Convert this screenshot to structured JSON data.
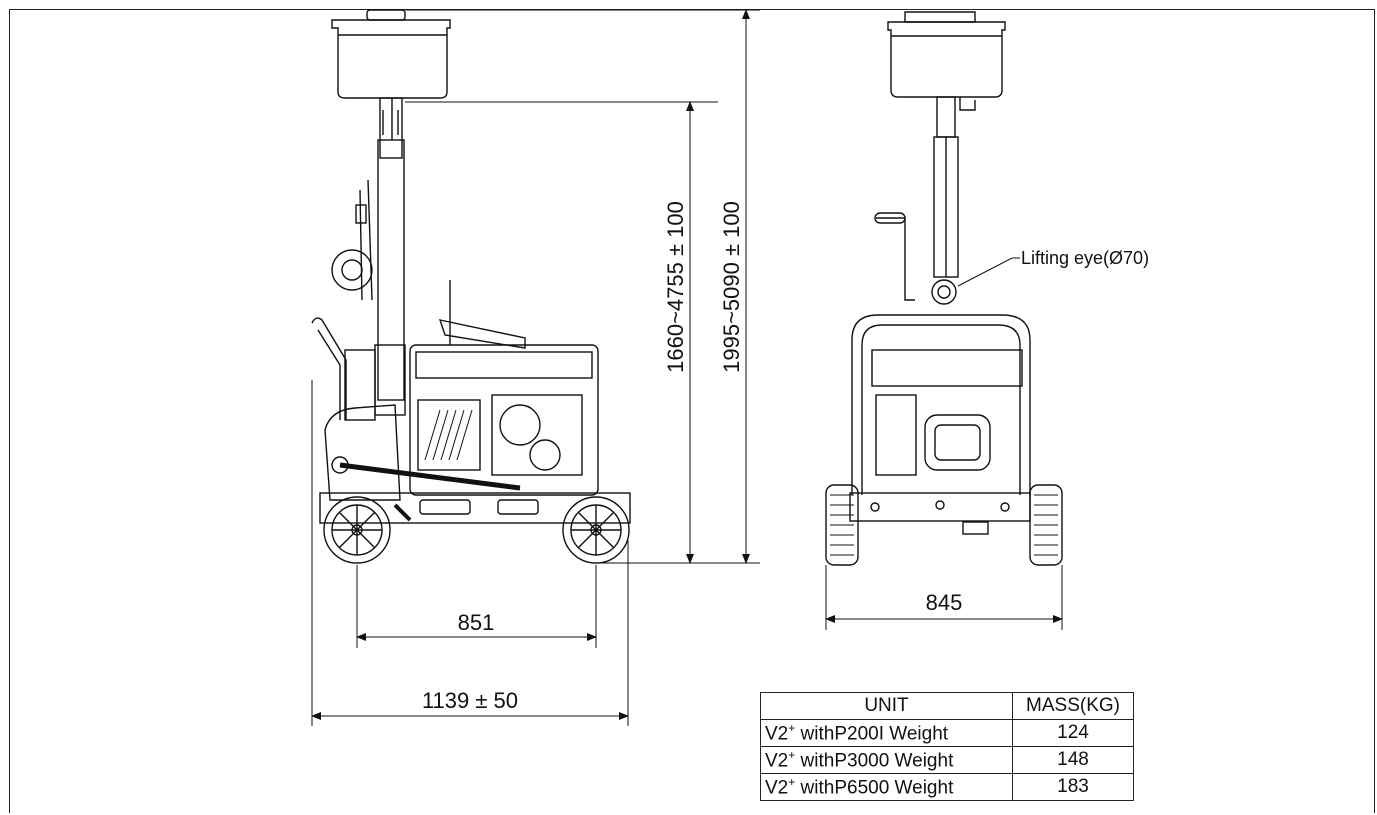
{
  "dimensions": {
    "wheelbase": "851",
    "overall_length": "1139 ± 50",
    "width": "845",
    "mast_height_range": "1660~4755 ± 100",
    "overall_height_range": "1995~5090 ± 100"
  },
  "callouts": {
    "lifting_eye": "Lifting eye(Ø70)"
  },
  "table": {
    "headers": [
      "UNIT",
      "MASS(KG)"
    ],
    "rows": [
      {
        "prefix": "V2",
        "sup": "+",
        "unit": " withP200I Weight",
        "mass": "124"
      },
      {
        "prefix": "V2",
        "sup": "+",
        "unit": " withP3000 Weight",
        "mass": "148"
      },
      {
        "prefix": "V2",
        "sup": "+",
        "unit": " withP6500 Weight",
        "mass": "183"
      }
    ]
  }
}
